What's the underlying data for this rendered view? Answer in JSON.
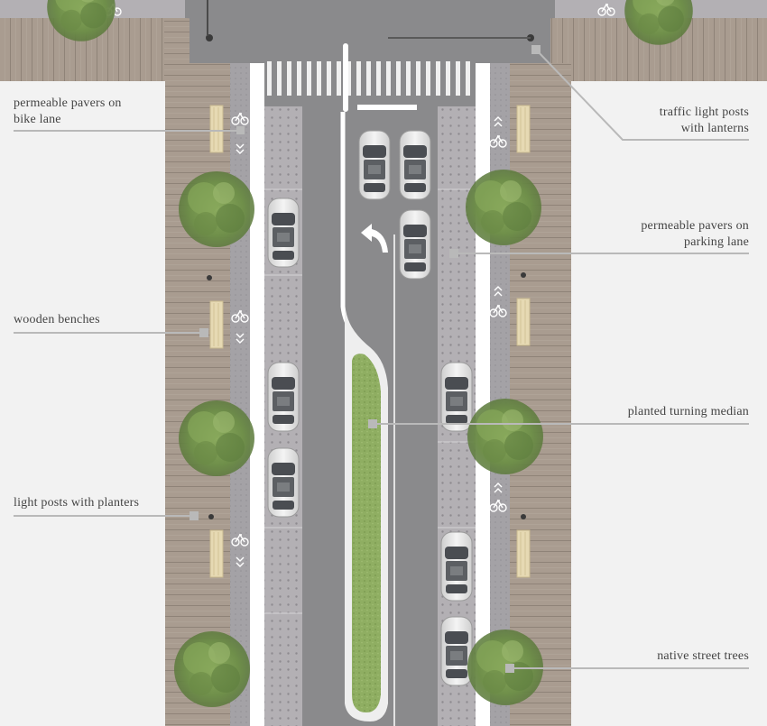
{
  "labels": {
    "pavers_bike": {
      "line1": "permeable pavers on",
      "line2": "bike lane"
    },
    "benches": {
      "line1": "wooden benches"
    },
    "light_planters": {
      "line1": "light posts with planters"
    },
    "traffic_posts": {
      "line1": "traffic light posts",
      "line2": "with lanterns"
    },
    "pavers_parking": {
      "line1": "permeable pavers on",
      "line2": "parking lane"
    },
    "median": {
      "line1": "planted turning median"
    },
    "trees": {
      "line1": "native street trees"
    }
  },
  "colors": {
    "background": "#f2f2f2",
    "deck": "#a99c90",
    "asphalt": "#8a8a8c",
    "bike_lane": "#a4a2a6",
    "parking_pavers": "#b3b0b4",
    "median_grass": "#8fae62",
    "tree": "#6f8f4a",
    "bench": "#e6d9b3",
    "leader_line": "#b9b9b9"
  }
}
